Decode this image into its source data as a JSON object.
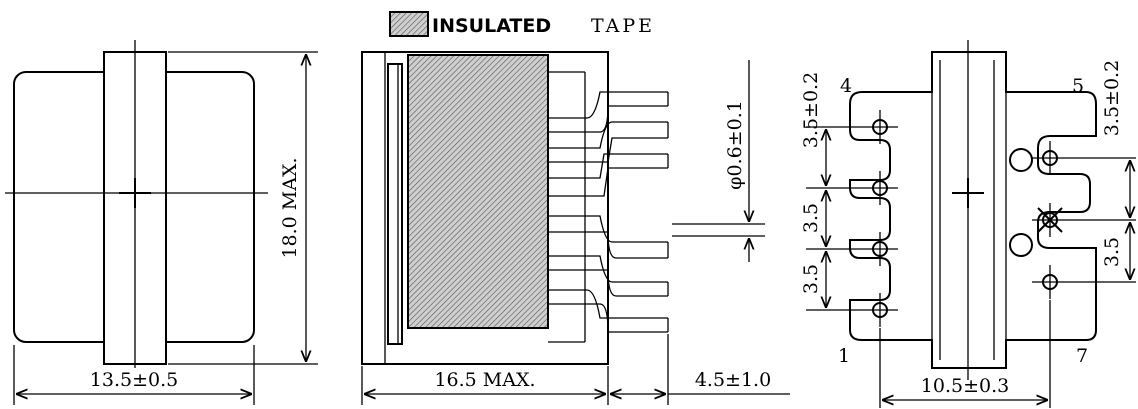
{
  "legend": {
    "tape_label": "INSULATED",
    "tape_label_2": "TAPE"
  },
  "dimensions": {
    "width": "13.5±0.5",
    "height": "18.0 MAX.",
    "depth": "16.5 MAX.",
    "pin_length": "4.5±1.0",
    "pin_diameter": "φ0.6±0.1",
    "pin_span": "10.5±0.3",
    "pitch_left_1": "3.5±0.2",
    "pitch_left_2": "3.5",
    "pitch_left_3": "3.5",
    "pitch_right_1": "3.5±0.2",
    "pitch_right_2": "3.5"
  },
  "pins": {
    "p1": "1",
    "p4": "4",
    "p5": "5",
    "p7": "7"
  },
  "colors": {
    "line": "#000000",
    "hatch": "#555555",
    "background": "#ffffff"
  }
}
